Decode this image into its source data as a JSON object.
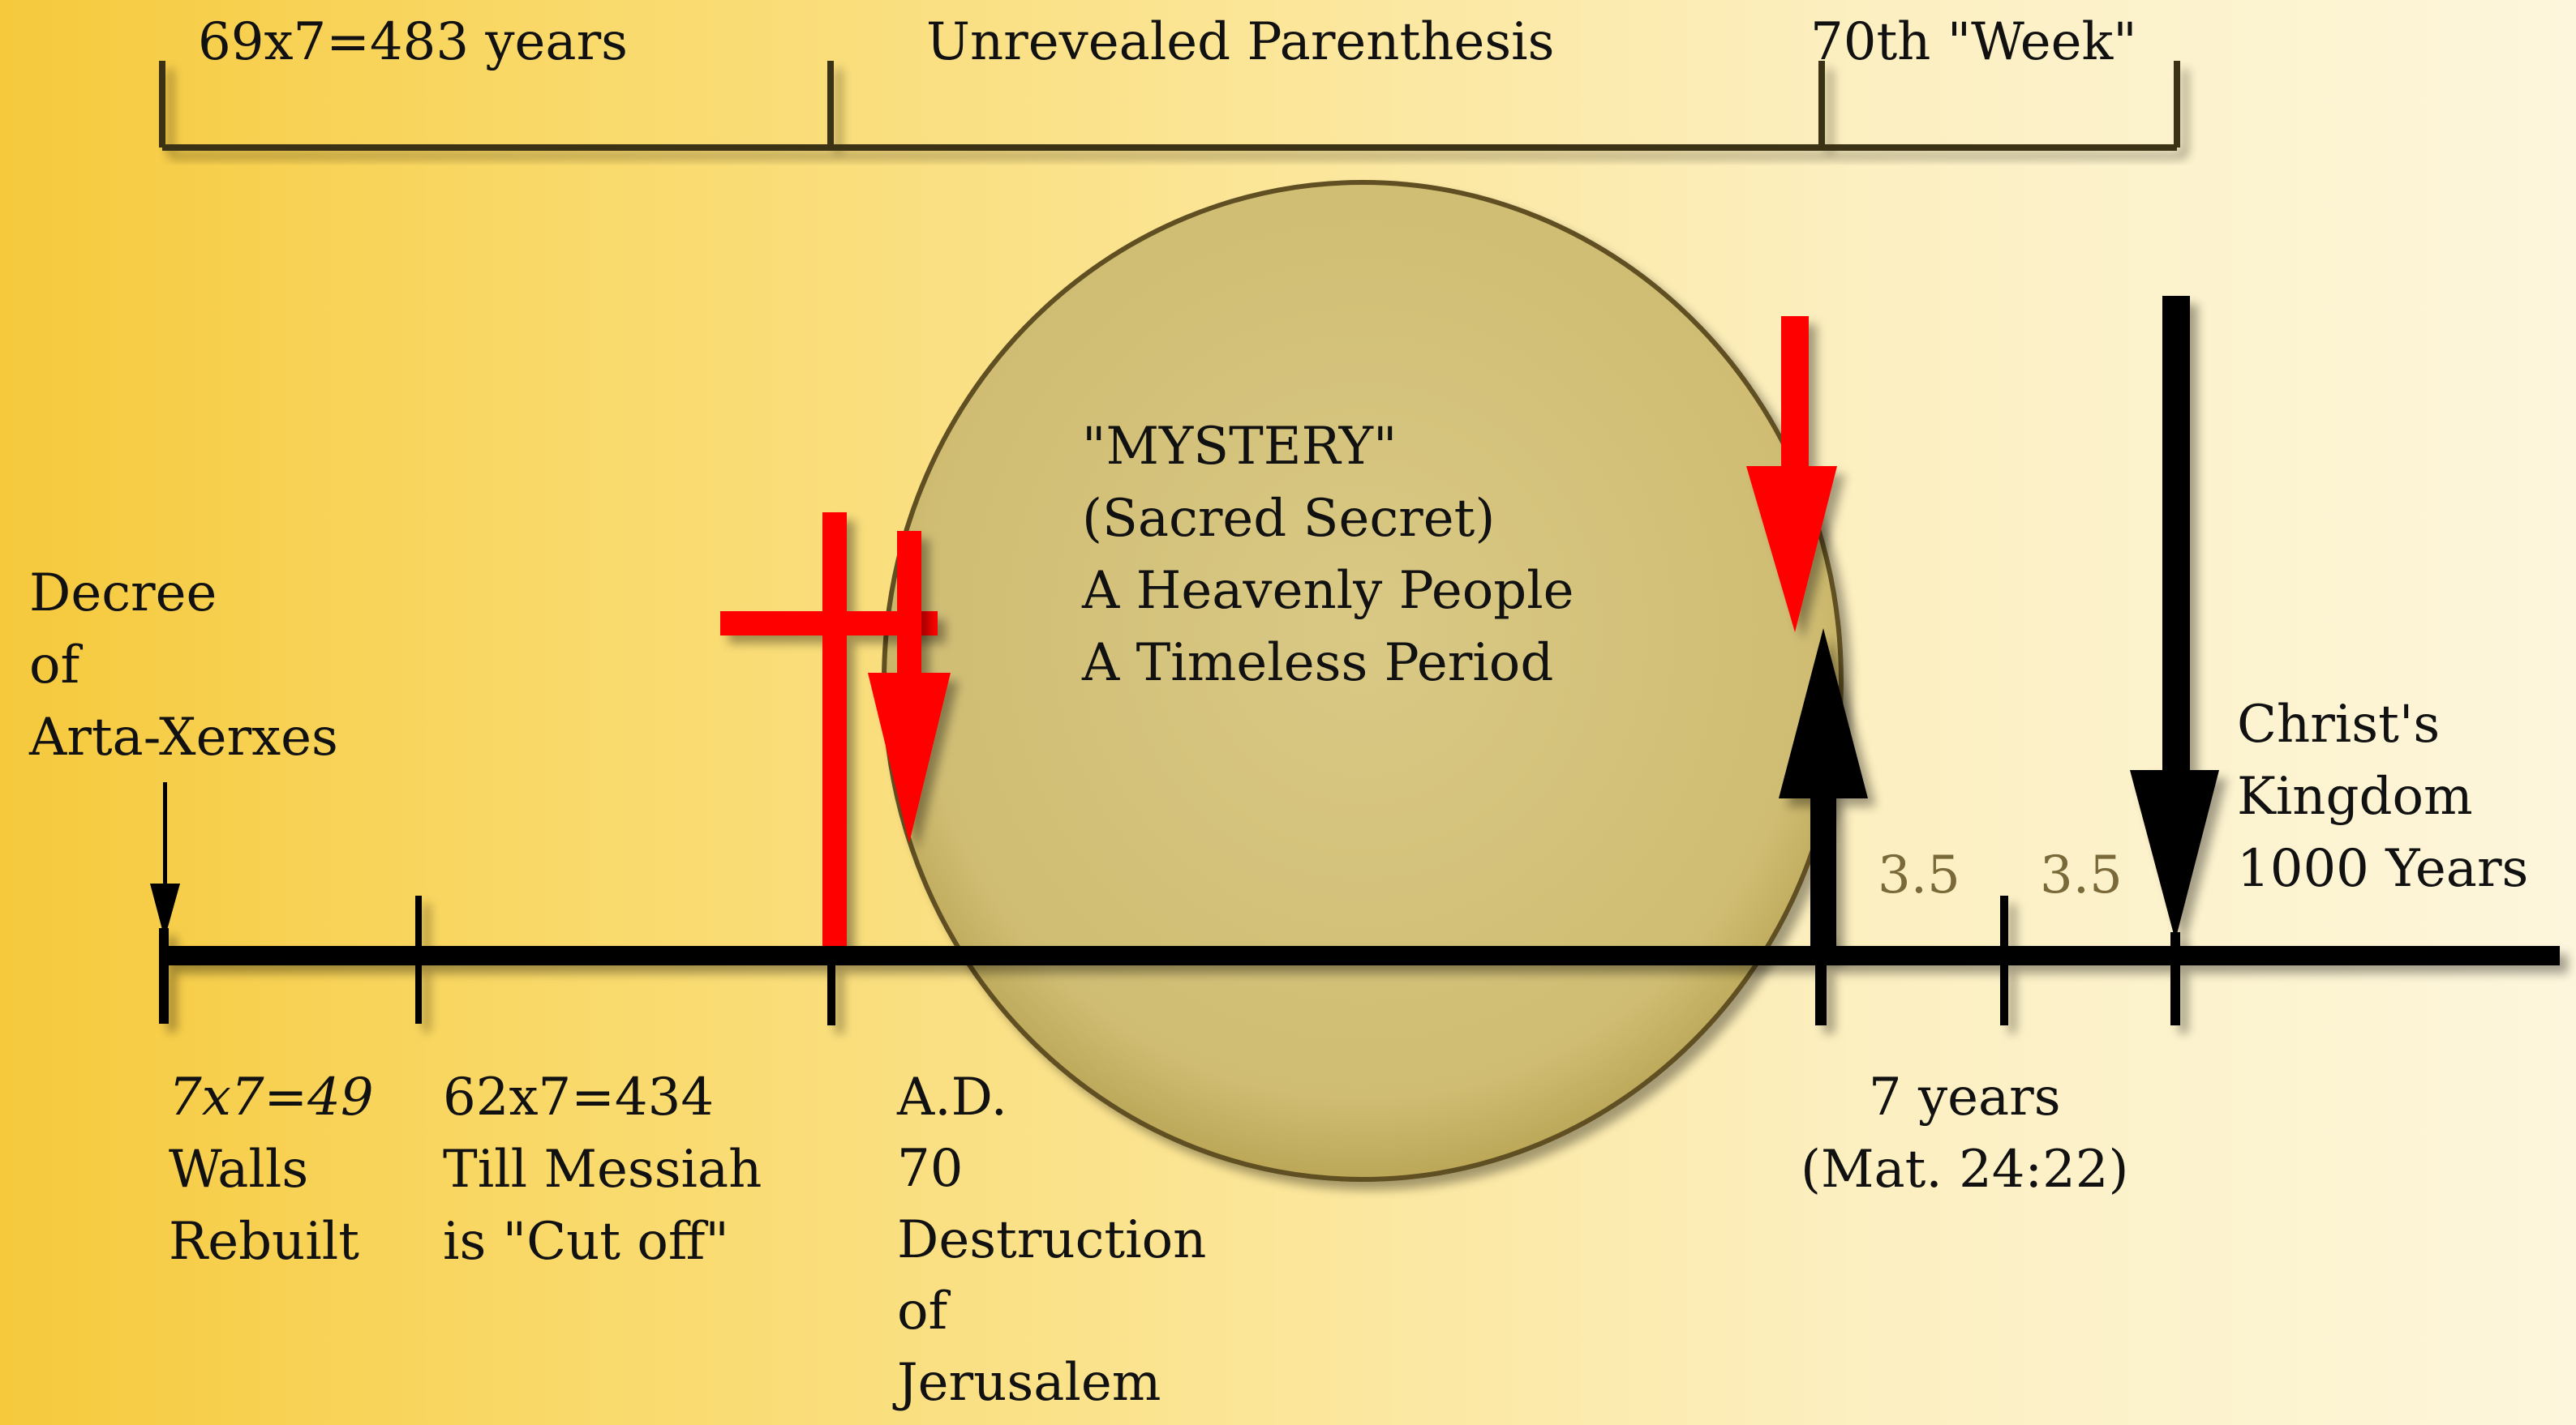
{
  "top_labels": {
    "first_period": "69x7=483 years",
    "parenthesis": "Unrevealed Parenthesis",
    "week": "70th \"Week\""
  },
  "mystery": {
    "line1": "\"MYSTERY\"",
    "line2": "(Sacred Secret)",
    "line3": "A Heavenly People",
    "line4": "A Timeless Period"
  },
  "decree": {
    "line1": "Decree",
    "line2": "of",
    "line3": "Arta-Xerxes"
  },
  "kingdom": {
    "line1": "Christ's",
    "line2": "Kingdom",
    "line3": "1000 Years"
  },
  "half_weeks": {
    "first": "3.5",
    "second": "3.5"
  },
  "bottom_labels": {
    "walls": {
      "line1": "7x7=49",
      "line2": "Walls",
      "line3": "Rebuilt"
    },
    "messiah": {
      "line1": "62x7=434",
      "line2": "Till Messiah",
      "line3": "is \"Cut off\""
    },
    "ad70": {
      "line1": "A.D.",
      "line2": "70",
      "line3": "Destruction",
      "line4": "of",
      "line5": "Jerusalem"
    },
    "seven_years": {
      "line1": "7 years",
      "line2": "(Mat. 24:22)"
    }
  },
  "colors": {
    "timeline": "#000000",
    "highlight": "#ff0000",
    "circle_fill": "#d4c27a",
    "circle_stroke": "#5e5022"
  }
}
